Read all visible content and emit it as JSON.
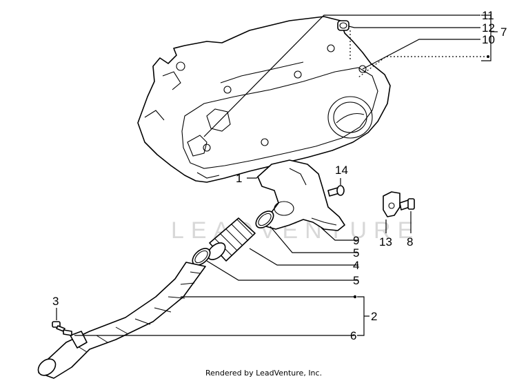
{
  "diagram": {
    "watermark_text": "LEADVENTURE",
    "footer_text": "Rendered by LeadVenture, Inc.",
    "callouts": {
      "c11": "11",
      "c12": "12",
      "c10": "10",
      "c7": "7",
      "c14": "14",
      "c1": "1",
      "c13": "13",
      "c8": "8",
      "c9": "9",
      "c5a": "5",
      "c4": "4",
      "c5b": "5",
      "c3": "3",
      "c2": "2",
      "c6": "6"
    }
  }
}
